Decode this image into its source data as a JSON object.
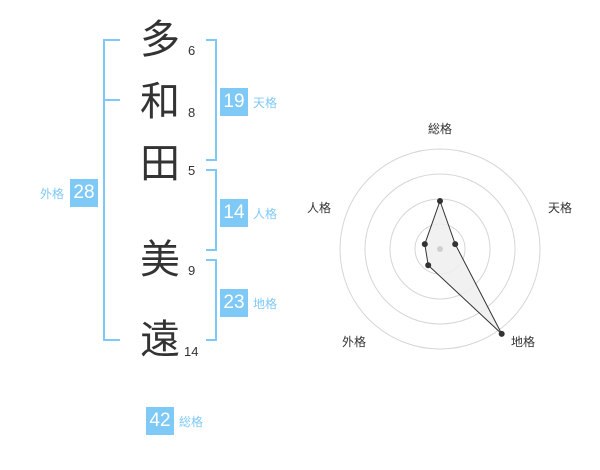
{
  "name": {
    "characters": [
      {
        "char": "多",
        "strokes": "6"
      },
      {
        "char": "和",
        "strokes": "8"
      },
      {
        "char": "田",
        "strokes": "5"
      },
      {
        "char": "美",
        "strokes": "9"
      },
      {
        "char": "遠",
        "strokes": "14"
      }
    ]
  },
  "fortunes": {
    "tenkaku": {
      "value": "19",
      "label": "天格"
    },
    "jinkaku": {
      "value": "14",
      "label": "人格"
    },
    "chikaku": {
      "value": "23",
      "label": "地格"
    },
    "gaikaku": {
      "value": "28",
      "label": "外格"
    },
    "soukaku": {
      "value": "42",
      "label": "総格"
    }
  },
  "colors": {
    "accent": "#7fc9f6",
    "text": "#333333",
    "ring": "#d6d6d6"
  },
  "chart_data": {
    "type": "radar",
    "axes": [
      "総格",
      "天格",
      "地格",
      "外格",
      "人格"
    ],
    "values": [
      42,
      19,
      23,
      28,
      14
    ],
    "plotted_radius_fraction": [
      0.48,
      0.16,
      1.05,
      0.2,
      0.16
    ],
    "rings": 4,
    "fill": "#eeeeee",
    "stroke": "#333333"
  }
}
